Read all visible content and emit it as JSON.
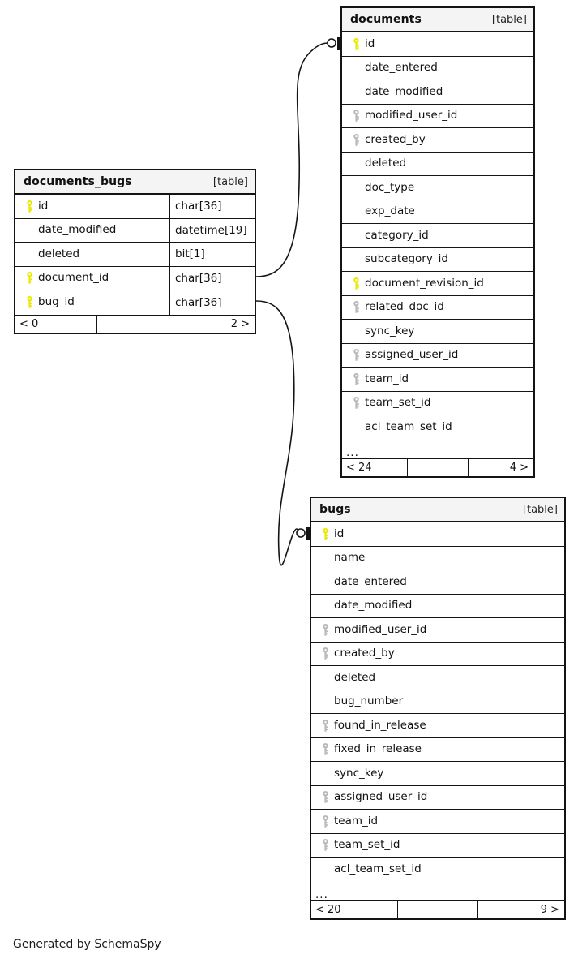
{
  "diagram": {
    "footer_text": "Generated by SchemaSpy",
    "table_tag": "[table]",
    "colors": {
      "primary_key": "#e8e800",
      "foreign_key": "#b8b8b8",
      "border": "#141414",
      "header_bg": "#f4f4f4",
      "background": "#ffffff"
    }
  },
  "tables": {
    "documents_bugs": {
      "name": "documents_bugs",
      "tag": "[table]",
      "has_type_column": true,
      "columns": [
        {
          "key": "primary",
          "name": "id",
          "type": "char[36]"
        },
        {
          "key": "none",
          "name": "date_modified",
          "type": "datetime[19]"
        },
        {
          "key": "none",
          "name": "deleted",
          "type": "bit[1]"
        },
        {
          "key": "primary",
          "name": "document_id",
          "type": "char[36]"
        },
        {
          "key": "primary",
          "name": "bug_id",
          "type": "char[36]"
        }
      ],
      "ellipsis": false,
      "footer": {
        "left": "< 0",
        "middle": "",
        "right": "2 >"
      }
    },
    "documents": {
      "name": "documents",
      "tag": "[table]",
      "has_type_column": false,
      "columns": [
        {
          "key": "primary",
          "name": "id"
        },
        {
          "key": "none",
          "name": "date_entered"
        },
        {
          "key": "none",
          "name": "date_modified"
        },
        {
          "key": "foreign",
          "name": "modified_user_id"
        },
        {
          "key": "foreign",
          "name": "created_by"
        },
        {
          "key": "none",
          "name": "deleted"
        },
        {
          "key": "none",
          "name": "doc_type"
        },
        {
          "key": "none",
          "name": "exp_date"
        },
        {
          "key": "none",
          "name": "category_id"
        },
        {
          "key": "none",
          "name": "subcategory_id"
        },
        {
          "key": "primary",
          "name": "document_revision_id"
        },
        {
          "key": "foreign",
          "name": "related_doc_id"
        },
        {
          "key": "none",
          "name": "sync_key"
        },
        {
          "key": "foreign",
          "name": "assigned_user_id"
        },
        {
          "key": "foreign",
          "name": "team_id"
        },
        {
          "key": "foreign",
          "name": "team_set_id"
        },
        {
          "key": "none",
          "name": "acl_team_set_id"
        }
      ],
      "ellipsis": true,
      "ellipsis_text": "...",
      "footer": {
        "left": "< 24",
        "middle": "",
        "right": "4 >"
      }
    },
    "bugs": {
      "name": "bugs",
      "tag": "[table]",
      "has_type_column": false,
      "columns": [
        {
          "key": "primary",
          "name": "id"
        },
        {
          "key": "none",
          "name": "name"
        },
        {
          "key": "none",
          "name": "date_entered"
        },
        {
          "key": "none",
          "name": "date_modified"
        },
        {
          "key": "foreign",
          "name": "modified_user_id"
        },
        {
          "key": "foreign",
          "name": "created_by"
        },
        {
          "key": "none",
          "name": "deleted"
        },
        {
          "key": "none",
          "name": "bug_number"
        },
        {
          "key": "foreign",
          "name": "found_in_release"
        },
        {
          "key": "foreign",
          "name": "fixed_in_release"
        },
        {
          "key": "none",
          "name": "sync_key"
        },
        {
          "key": "foreign",
          "name": "assigned_user_id"
        },
        {
          "key": "foreign",
          "name": "team_id"
        },
        {
          "key": "foreign",
          "name": "team_set_id"
        },
        {
          "key": "none",
          "name": "acl_team_set_id"
        }
      ],
      "ellipsis": true,
      "ellipsis_text": "...",
      "footer": {
        "left": "< 20",
        "middle": "",
        "right": "9 >"
      }
    }
  },
  "relationships": [
    {
      "from_table": "documents_bugs",
      "from_column": "document_id",
      "to_table": "documents",
      "to_column": "id",
      "cardinality": "zero-or-one"
    },
    {
      "from_table": "documents_bugs",
      "from_column": "bug_id",
      "to_table": "bugs",
      "to_column": "id",
      "cardinality": "zero-or-one"
    }
  ]
}
